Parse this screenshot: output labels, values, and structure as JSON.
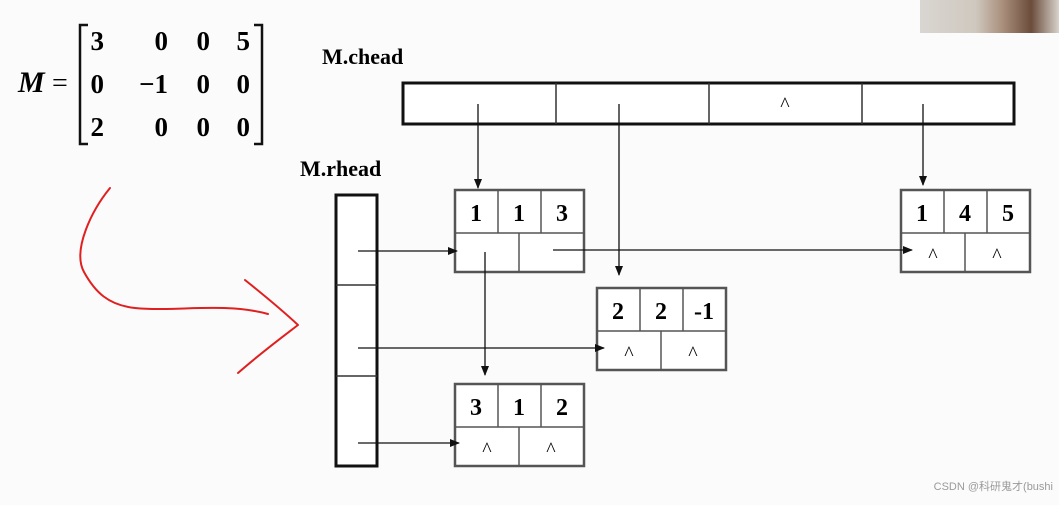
{
  "matrix": {
    "name": "M",
    "equals": "=",
    "rows": [
      [
        "3",
        "0",
        "0",
        "5"
      ],
      [
        "0",
        "−1",
        "0",
        "0"
      ],
      [
        "2",
        "0",
        "0",
        "0"
      ]
    ]
  },
  "labels": {
    "chead": "M.chead",
    "rhead": "M.rhead"
  },
  "chead_cells": [
    "",
    "",
    "^",
    ""
  ],
  "nodes": [
    {
      "id": "n113",
      "row": "1",
      "col": "1",
      "val": "3",
      "down": "",
      "right": ""
    },
    {
      "id": "n145",
      "row": "1",
      "col": "4",
      "val": "5",
      "down": "^",
      "right": "^"
    },
    {
      "id": "n22m1",
      "row": "2",
      "col": "2",
      "val": "-1",
      "down": "^",
      "right": "^"
    },
    {
      "id": "n312",
      "row": "3",
      "col": "1",
      "val": "2",
      "down": "^",
      "right": "^"
    }
  ],
  "annotation_color": "#e02020",
  "watermark": "CSDN @科研鬼才(bushi"
}
